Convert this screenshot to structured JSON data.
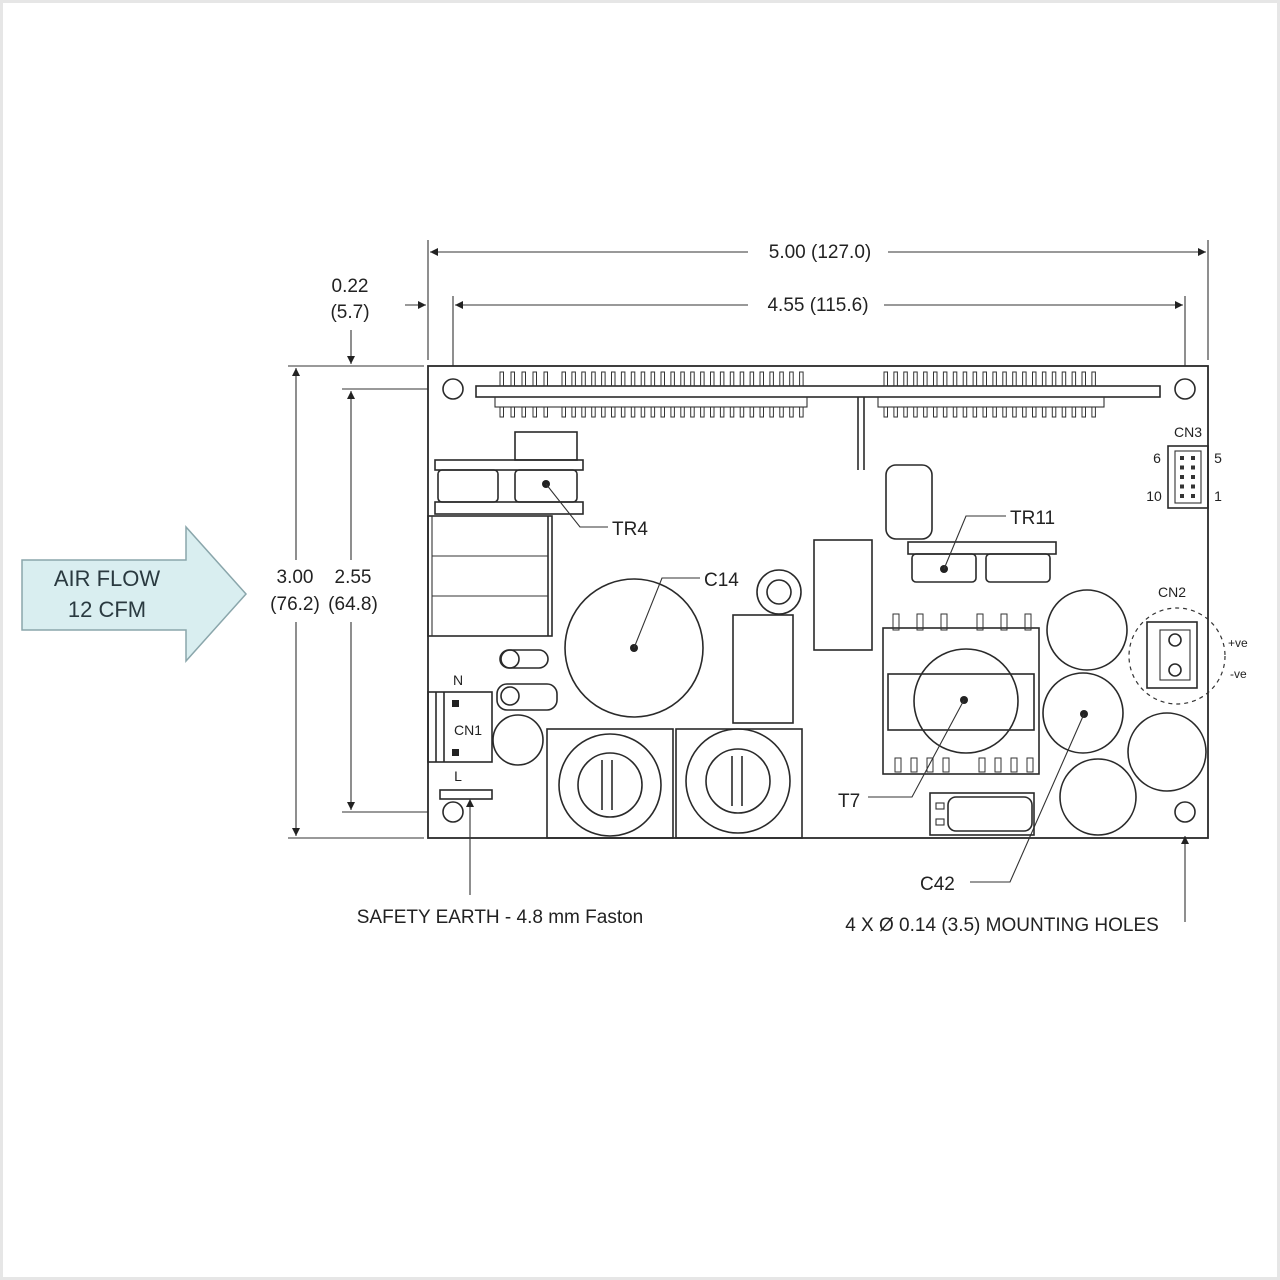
{
  "dimensions": {
    "overall_width": "5.00 (127.0)",
    "hole_spacing_width": "4.55 (115.6)",
    "edge_offset_in": "0.22",
    "edge_offset_mm": "(5.7)",
    "overall_height_in": "3.00",
    "overall_height_mm": "(76.2)",
    "hole_spacing_height_in": "2.55",
    "hole_spacing_height_mm": "(64.8)"
  },
  "airflow": {
    "line1": "AIR FLOW",
    "line2": "12 CFM",
    "color": "#d9eef0"
  },
  "components": {
    "tr4": "TR4",
    "tr11": "TR11",
    "c14": "C14",
    "t7": "T7",
    "c42": "C42",
    "cn1": "CN1",
    "cn1_n": "N",
    "cn1_l": "L",
    "cn2": "CN2",
    "cn2_pos": "+ve",
    "cn2_neg": "-ve",
    "cn3": "CN3",
    "cn3_p6": "6",
    "cn3_p5": "5",
    "cn3_p10": "10",
    "cn3_p1": "1"
  },
  "callouts": {
    "safety_earth": "SAFETY EARTH - 4.8 mm Faston",
    "mounting_holes": "4 X Ø 0.14 (3.5) MOUNTING HOLES"
  }
}
